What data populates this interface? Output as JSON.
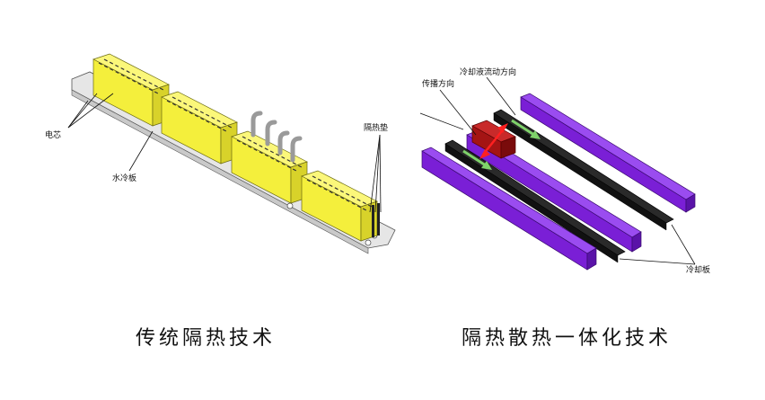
{
  "left": {
    "caption": "传统隔热技术",
    "labels": {
      "cell": "电芯",
      "water_plate": "水冷板",
      "insulation_pad": "隔热垫"
    }
  },
  "right": {
    "caption": "隔热散热一体化技术",
    "labels": {
      "coolant_flow": "冷却液流动方向",
      "propagation": "传播方向",
      "cold_plate": "冷却板"
    }
  },
  "colors": {
    "cell_yellow": "#f4ef3c",
    "cell_edge": "#6b6a10",
    "plate_gray": "#e4e4e4",
    "purple": "#7a1fd6",
    "dark_plate": "#1a1a1a",
    "hot_cell": "#a41414",
    "flow_arrow": "#7fd26a",
    "heat_arrow": "#ff2020"
  },
  "icons": [
    "cooling-pipe-icon",
    "flow-arrow-icon",
    "heat-arrow-icon"
  ]
}
